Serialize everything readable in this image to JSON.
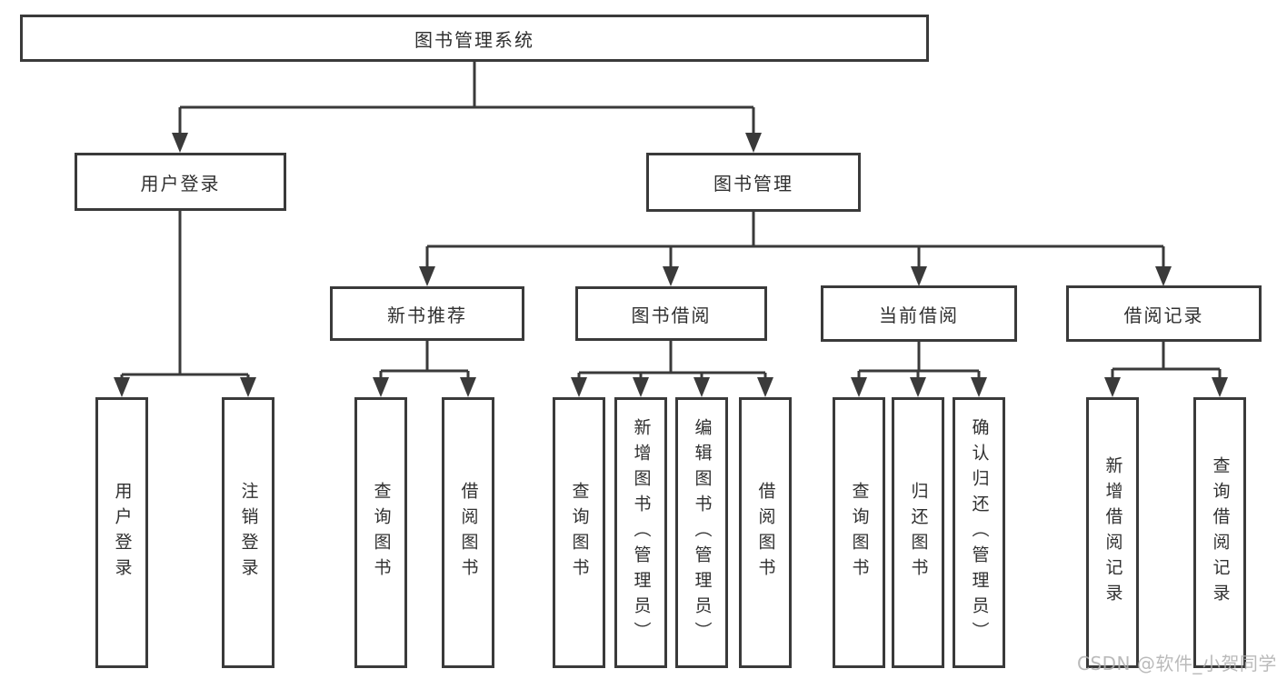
{
  "diagram": {
    "root": {
      "label": "图书管理系统"
    },
    "level2": [
      {
        "label": "用户登录",
        "children": [
          {
            "label": "用户登录"
          },
          {
            "label": "注销登录"
          }
        ]
      },
      {
        "label": "图书管理",
        "children": [
          {
            "label": "新书推荐",
            "children": [
              {
                "label": "查询图书"
              },
              {
                "label": "借阅图书"
              }
            ]
          },
          {
            "label": "图书借阅",
            "children": [
              {
                "label": "查询图书"
              },
              {
                "label": "新增图书（管理员）"
              },
              {
                "label": "编辑图书（管理员）"
              },
              {
                "label": "借阅图书"
              }
            ]
          },
          {
            "label": "当前借阅",
            "children": [
              {
                "label": "查询图书"
              },
              {
                "label": "归还图书"
              },
              {
                "label": "确认归还（管理员）"
              }
            ]
          },
          {
            "label": "借阅记录",
            "children": [
              {
                "label": "新增借阅记录"
              },
              {
                "label": "查询借阅记录"
              }
            ]
          }
        ]
      }
    ]
  },
  "watermark": {
    "text": "CSDN @软件_小贺同学"
  },
  "colors": {
    "line": "#3a3a3a",
    "box_border": "#3a3a3a",
    "text": "#303030",
    "watermark": "#aeaeae",
    "background": "#ffffff"
  }
}
